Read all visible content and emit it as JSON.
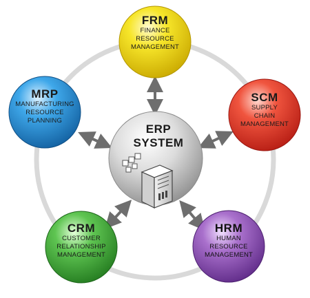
{
  "center": {
    "title_line1": "ERP",
    "title_line2": "SYSTEM",
    "icon": "server-icon"
  },
  "modules": {
    "frm": {
      "abbr": "FRM",
      "lines": [
        "FINANCE",
        "RESOURCE",
        "MANAGEMENT"
      ],
      "color": "#f4e21b"
    },
    "scm": {
      "abbr": "SCM",
      "lines": [
        "SUPPLY",
        "CHAIN",
        "MANAGEMENT"
      ],
      "color": "#e8453a"
    },
    "hrm": {
      "abbr": "HRM",
      "lines": [
        "HUMAN",
        "RESOURCE",
        "MANAGEMENT"
      ],
      "color": "#9b5bbf"
    },
    "crm": {
      "abbr": "CRM",
      "lines": [
        "CUSTOMER",
        "RELATIONSHIP",
        "MANAGEMENT"
      ],
      "color": "#4fb74a"
    },
    "mrp": {
      "abbr": "MRP",
      "lines": [
        "MANUFACTURING",
        "RESOURCE",
        "PLANNING"
      ],
      "color": "#2e9be0"
    }
  },
  "connector_icon": "double-arrow-icon",
  "ring_color": "#d9d9d9"
}
